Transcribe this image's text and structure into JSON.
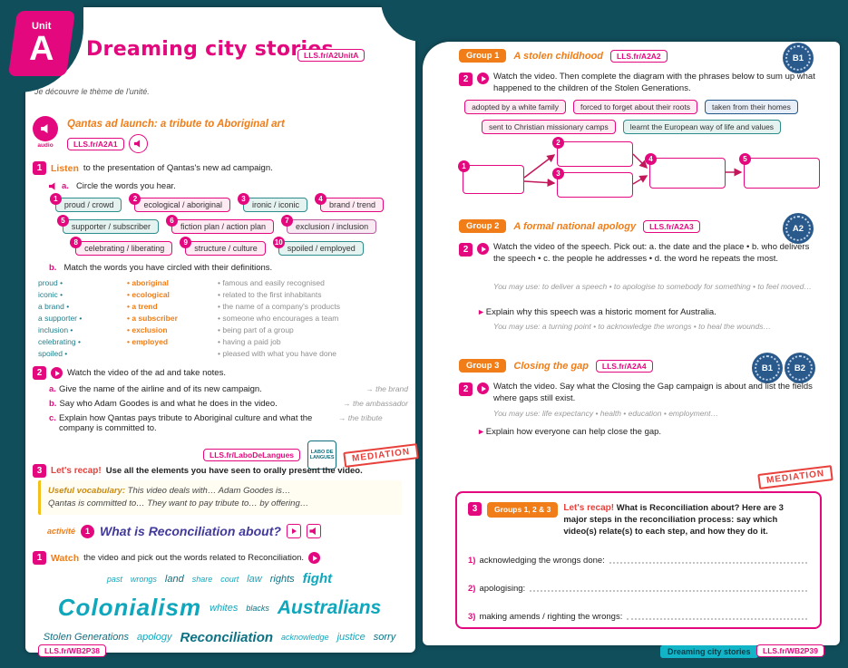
{
  "meta": {
    "unit_small": "Unit",
    "unit_letter": "A",
    "title": "Dreaming city stories",
    "code": "LLS.fr/A2UnitA"
  },
  "colors": {
    "pink": "#e4087e",
    "orange": "#f07d17",
    "teal_background": "#114e5b",
    "cyan": "#12b5c8",
    "red": "#e8413c",
    "blue_badge": "#2a5a8c",
    "purple": "#41399b"
  },
  "left": {
    "intro_note": "Je découvre le thème de l'unité.",
    "audio": {
      "label": "audio",
      "title": "Qantas ad launch: a tribute to Aboriginal art",
      "code": "LLS.fr/A2A1"
    },
    "ex1": {
      "num": "1",
      "verb": "Listen",
      "lead": "to the presentation of Qantas's new ad campaign.",
      "a_label": "a.",
      "a_text": "Circle the words you hear.",
      "pairs": [
        {
          "n": "1",
          "t": "proud / crowd"
        },
        {
          "n": "2",
          "t": "ecological / aboriginal"
        },
        {
          "n": "3",
          "t": "ironic / iconic"
        },
        {
          "n": "4",
          "t": "brand / trend"
        },
        {
          "n": "5",
          "t": "supporter / subscriber"
        },
        {
          "n": "6",
          "t": "fiction plan / action plan"
        },
        {
          "n": "7",
          "t": "exclusion / inclusion"
        },
        {
          "n": "8",
          "t": "celebrating / liberating"
        },
        {
          "n": "9",
          "t": "structure / culture"
        },
        {
          "n": "10",
          "t": "spoiled / employed"
        }
      ],
      "b_label": "b.",
      "b_text": "Match the words you have circled with their definitions.",
      "match": {
        "col1": [
          "proud •",
          "iconic •",
          "a brand •",
          "a supporter •",
          "inclusion •",
          "celebrating •",
          "spoiled •"
        ],
        "col2": [
          "• aboriginal",
          "• ecological",
          "• a trend",
          "• a subscriber",
          "• exclusion",
          "• employed"
        ],
        "col3": [
          "• famous and easily recognised",
          "• related to the first inhabitants",
          "• the name of a company's products",
          "• someone who encourages a team",
          "• being part of a group",
          "• having a paid job",
          "• pleased with what you have done"
        ]
      }
    },
    "ex2": {
      "num": "2",
      "lead": "Watch the video of the ad and take notes.",
      "items": [
        {
          "l": "a.",
          "t": "Give the name of the airline and of its new campaign.",
          "h": "→ the brand"
        },
        {
          "l": "b.",
          "t": "Say who Adam Goodes is and what he does in the video.",
          "h": "→ the ambassador"
        },
        {
          "l": "c.",
          "t": "Explain how Qantas pays tribute to Aboriginal culture and what the company is committed to.",
          "h": "→ the tribute"
        }
      ]
    },
    "labo": {
      "code": "LLS.fr/LaboDeLangues",
      "stamp1": "LABO DE",
      "stamp2": "LANGUES",
      "mediation": "MEDIATION"
    },
    "ex3": {
      "num": "3",
      "recap": "Let's recap!",
      "text": "Use all the elements you have seen to orally present the video.",
      "vocab_label": "Useful vocabulary:",
      "vocab1": "This video deals with… Adam Goodes is…",
      "vocab2": "Qantas is committed to… They want to pay tribute to… by offering…"
    },
    "activity": {
      "label": "activité",
      "num": "1",
      "title": "What is Reconciliation about?"
    },
    "watch": {
      "num": "1",
      "verb": "Watch",
      "lead": "the video and pick out the words related to Reconciliation."
    },
    "wordcloud": [
      "past",
      "wrongs",
      "land",
      "share",
      "court",
      "law",
      "rights",
      "fight",
      "Colonialism",
      "whites",
      "blacks",
      "Australians",
      "Stolen Generations",
      "apology",
      "Reconciliation",
      "acknowledge",
      "justice",
      "sorry"
    ],
    "page_code": "LLS.fr/WB2P38"
  },
  "right": {
    "group1": {
      "name": "Group 1",
      "title": "A stolen childhood",
      "code": "LLS.fr/A2A2",
      "level": "B1",
      "num": "2",
      "task": "Watch the video. Then complete the diagram with the phrases below to sum up what happened to the children of the Stolen Generations.",
      "cards": [
        "adopted by a white family",
        "forced to forget about their roots",
        "taken from their homes",
        "sent to Christian missionary camps",
        "learnt the European way of life and values"
      ],
      "steps": [
        "1",
        "2",
        "3",
        "4",
        "5"
      ]
    },
    "group2": {
      "name": "Group 2",
      "title": "A formal national apology",
      "code": "LLS.fr/A2A3",
      "level": "A2",
      "num": "2",
      "task": "Watch the video of the speech. Pick out: a. the date and the place • b. who delivers the speech • c. the people he addresses • d. the word he repeats the most.",
      "hint1": "You may use: to deliver a speech • to apologise to somebody for something • to feel moved…",
      "follow": "Explain why this speech was a historic moment for Australia.",
      "hint2": "You may use: a turning point • to acknowledge the wrongs • to heal the wounds…"
    },
    "group3": {
      "name": "Group 3",
      "title": "Closing the gap",
      "code": "LLS.fr/A2A4",
      "level1": "B1",
      "level2": "B2",
      "num": "2",
      "task": "Watch the video. Say what the Closing the Gap campaign is about and list the fields where gaps still exist.",
      "hint": "You may use: life expectancy • health • education • employment…",
      "follow": "Explain how everyone can help close the gap."
    },
    "recap": {
      "num": "3",
      "groups_label": "Groups 1, 2 & 3",
      "recap": "Let's recap!",
      "mediation": "MEDIATION",
      "text": "What is Reconciliation about? Here are 3 major steps in the reconciliation process: say which video(s) relate(s) to each step, and how they do it.",
      "items": [
        {
          "n": "1)",
          "t": "acknowledging the wrongs done:"
        },
        {
          "n": "2)",
          "t": "apologising:"
        },
        {
          "n": "3)",
          "t": "making amends / righting the wrongs:"
        }
      ]
    },
    "footer": {
      "label": "Dreaming city stories",
      "code": "LLS.fr/WB2P39"
    }
  }
}
